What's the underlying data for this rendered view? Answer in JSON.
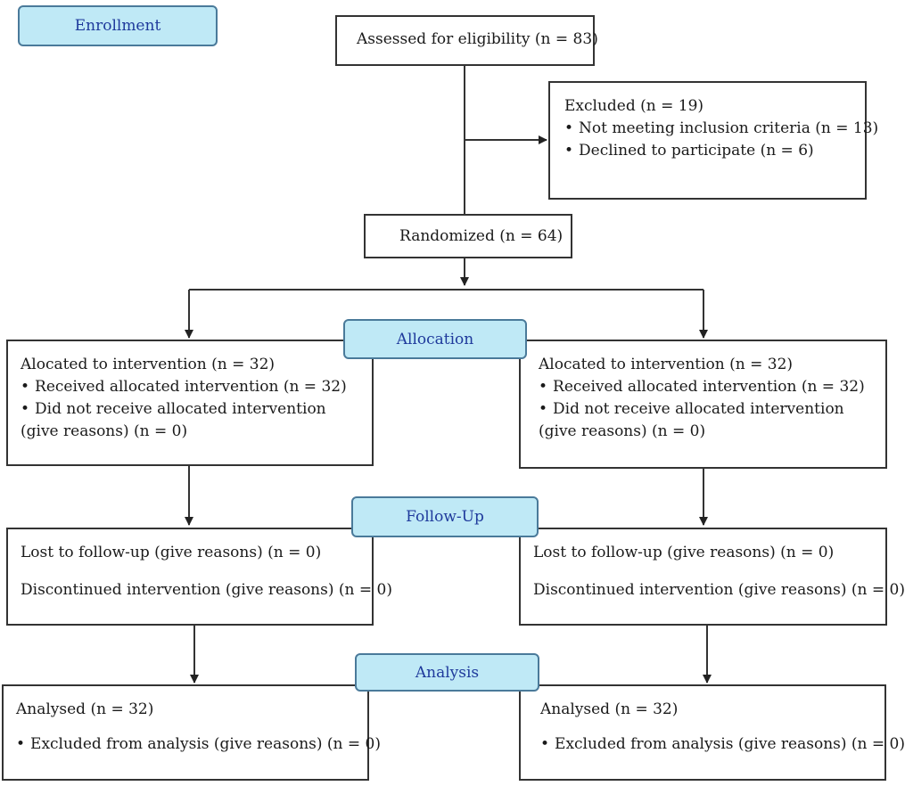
{
  "stages": {
    "enrollment": "Enrollment",
    "allocation": "Allocation",
    "follow_up": "Follow-Up",
    "analysis": "Analysis"
  },
  "assessed": "Assessed for eligibility (n = 83)",
  "excluded": {
    "title": "Excluded (n = 19)",
    "items": [
      "Not meeting inclusion criteria (n = 13)",
      "Declined to participate (n = 6)"
    ]
  },
  "randomized": "Randomized (n = 64)",
  "allocation": {
    "left": {
      "title": "Alocated to intervention (n = 32)",
      "received": "Received allocated intervention (n = 32)",
      "not_received": "Did not receive allocated intervention (give reasons) (n = 0)"
    },
    "right": {
      "title": "Alocated to intervention (n = 32)",
      "received": "Received allocated intervention (n = 32)",
      "not_received": "Did not receive allocated intervention (give reasons) (n = 0)"
    }
  },
  "follow_up": {
    "left": {
      "lost": "Lost to follow-up (give reasons) (n = 0)",
      "discontinued": "Discontinued intervention (give reasons) (n = 0)"
    },
    "right": {
      "lost": "Lost to follow-up (give reasons) (n = 0)",
      "discontinued": "Discontinued intervention (give reasons) (n = 0)"
    }
  },
  "analysis": {
    "left": {
      "analysed": "Analysed (n = 32)",
      "excluded": "Excluded from analysis (give reasons) (n = 0)"
    },
    "right": {
      "analysed": "Analysed (n = 32)",
      "excluded": "Excluded from analysis (give reasons) (n = 0)"
    }
  }
}
